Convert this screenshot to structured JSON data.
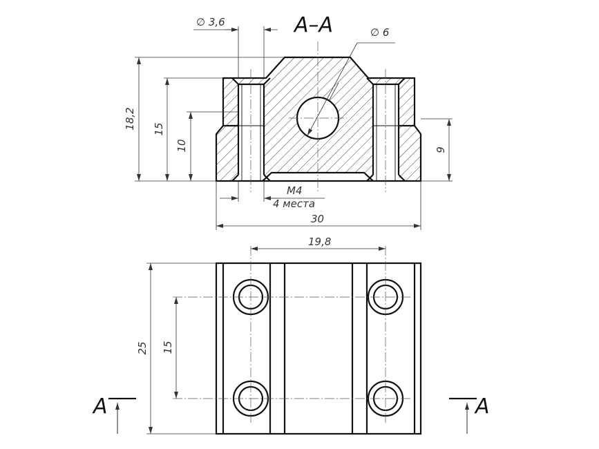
{
  "section": {
    "title": "А–А",
    "letter": "А"
  },
  "dimensions": {
    "hole_diameter": "∅ 3,6",
    "bore_diameter": "∅ 6",
    "height_total": "18,2",
    "height_15": "15",
    "height_10": "10",
    "height_9": "9",
    "thread": "M4",
    "thread_count": "4 места",
    "width": "30",
    "hole_spacing_x": "19,8",
    "length": "25",
    "hole_spacing_y": "15"
  }
}
